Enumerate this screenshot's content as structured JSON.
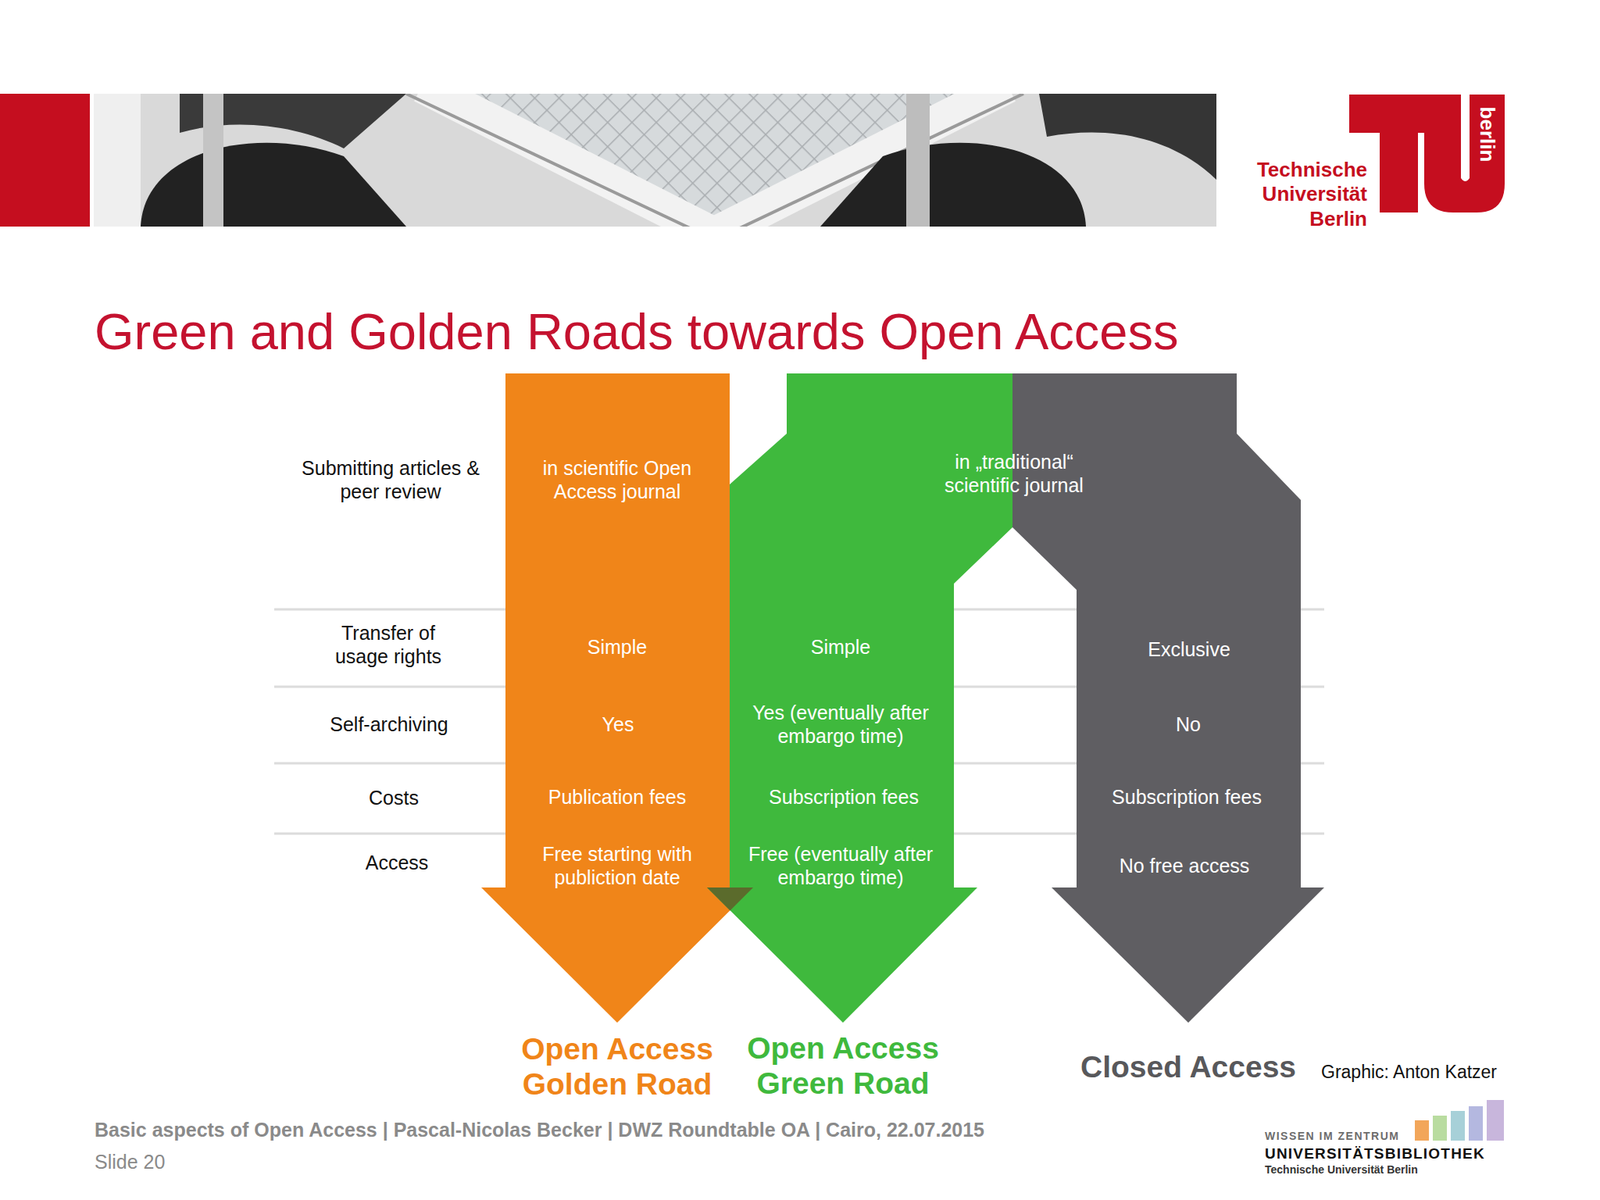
{
  "diagram": {
    "title": "Green and Golden Roads towards Open Access",
    "nodes": [
      {
        "text": [
          "in scientific Open Access journal",
          "Simple",
          "Yes",
          "Publication fees",
          "Free starting with publiction date",
          "Open Access Golden Road"
        ]
      },
      {
        "text": [
          "Simple",
          "Yes (eventually after embargo time)",
          "Subscription fees",
          "Free (eventually after embargo time)",
          "Open Access Green Road"
        ]
      },
      {
        "text": [
          "Exclusive",
          "No",
          "Subscription fees",
          "No free access",
          "Closed Access"
        ]
      }
    ],
    "labels": [
      "Submitting articles & peer review",
      "Transfer of usage rights",
      "Self-archiving",
      "Costs",
      "Access",
      "in „traditional“ scientific journal",
      "Technische Universität Berlin",
      "berlin",
      "Graphic: Anton Katzer",
      "Basic aspects of Open Access | Pascal-Nicolas Becker | DWZ Roundtable OA | Cairo, 22.07.2015",
      "Slide 20",
      "WISSEN IM ZENTRUM",
      "UNIVERSITÄTSBIBLIOTHEK",
      "Technische Universität Berlin"
    ]
  }
}
